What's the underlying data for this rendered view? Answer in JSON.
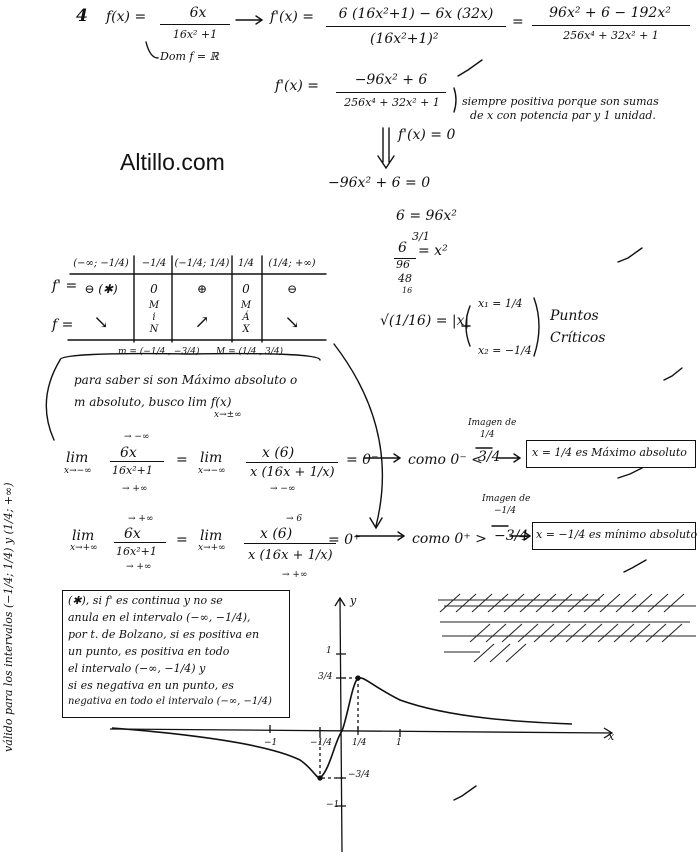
{
  "watermark": "Altillo.com",
  "problem_number": "4",
  "row1": {
    "f_def": "f(x) =",
    "f_num": "6x",
    "f_den": "16x² +1",
    "domain": "Dom f = ℝ",
    "fprime_label": "f'(x) =",
    "fprime_num": "6 (16x²+1) − 6x (32x)",
    "fprime_den": "(16x²+1)²",
    "eq": "=",
    "simpl_num": "96x² + 6 − 192x²",
    "simpl_den": "256x⁴ + 32x² + 1"
  },
  "row2": {
    "label": "f'(x) =",
    "num": "−96x² + 6",
    "den": "256x⁴ + 32x² + 1",
    "note_line1": "siempre positiva porque son sumas",
    "note_line2": "de x con potencia par y 1 unidad."
  },
  "solve": {
    "eq0": "f'(x) = 0",
    "eq1": "−96x² + 6 = 0",
    "eq2": "6 = 96x²",
    "eq3_num": "6",
    "eq3_den": "96",
    "eq3_rhs": "= x²",
    "eq3_top": "3/1",
    "eq3_sub": "48",
    "eq3_sub2": "16",
    "root": "√(1/16) = |x|",
    "x1": "x₁ = 1/4",
    "x2": "x₂ = −1/4",
    "critical": "Puntos Críticos"
  },
  "table": {
    "headers": [
      "(−∞; −1/4)",
      "−1/4",
      "(−1/4; 1/4)",
      "1/4",
      "(1/4; +∞)"
    ],
    "fprime_label": "f' =",
    "fprime_vals": [
      "⊖ (✱)",
      "0",
      "⊕",
      "0",
      "⊖"
    ],
    "f_label": "f =",
    "f_vals": [
      "↘",
      "M\ni\nN",
      "↗",
      "M\nÁ\nX",
      "↘"
    ],
    "min_point": "m = (−1/4 , −3/4)",
    "max_point": "M = (1/4 , 3/4)"
  },
  "text_abs": {
    "line1": "para saber si son Máximo absoluto o",
    "line2": "m absoluto, busco  lim f(x)",
    "line2_sub": "x→±∞"
  },
  "limit1": {
    "lim": "lim",
    "sub": "x→−∞",
    "num": "6x",
    "den": "16x²+1",
    "num_note": "→ −∞",
    "den_note": "→ +∞",
    "eq": "=",
    "num2": "x (6)",
    "den2": "x (16x + 1/x)",
    "den2_note": "→ −∞",
    "result": "= 0⁻",
    "arrow_text": "como 0⁻ <",
    "frac": "3/4",
    "img_label": "Imagen de",
    "img_val": "1/4",
    "box": "x = 1/4  es  Máximo absoluto"
  },
  "limit2": {
    "lim": "lim",
    "sub": "x→+∞",
    "num": "6x",
    "den": "16x²+1",
    "num_note": "→ +∞",
    "den_note": "→ +∞",
    "eq": "=",
    "num2": "x (6)",
    "den2": "x (16x + 1/x)",
    "num2_note": "→ 6",
    "den2_note": "→ +∞",
    "result": "= 0⁺",
    "arrow_text": "como 0⁺ >",
    "frac": "−3/4",
    "img_label": "Imagen de",
    "img_val": "−1/4",
    "box": "x = −1/4  es  mínimo absoluto"
  },
  "side_note": {
    "vertical": "válido para los intervalos (−1/4; 1/4) y (1/4; +∞)"
  },
  "bolzano": {
    "l1": "(✱), si f' es continua y no se",
    "l2": "anula en el intervalo (−∞, −1/4),",
    "l3": "por t. de Bolzano, si es positiva en",
    "l4": "un punto, es positiva en todo",
    "l5": "el intervalo (−∞, −1/4)  y",
    "l6": "si es negativa en un punto, es",
    "l7": "negativa en todo el intervalo (−∞, −1/4)"
  },
  "graph": {
    "x_label": "x",
    "y_label": "y",
    "y_tick_pos": "1",
    "y_tick_34": "3/4",
    "y_tick_neg34": "−3/4",
    "y_tick_neg": "−1",
    "x_tick_neg1": "−1",
    "x_tick_neg14": "−1/4",
    "x_tick_14": "1/4",
    "x_tick_1": "1"
  }
}
